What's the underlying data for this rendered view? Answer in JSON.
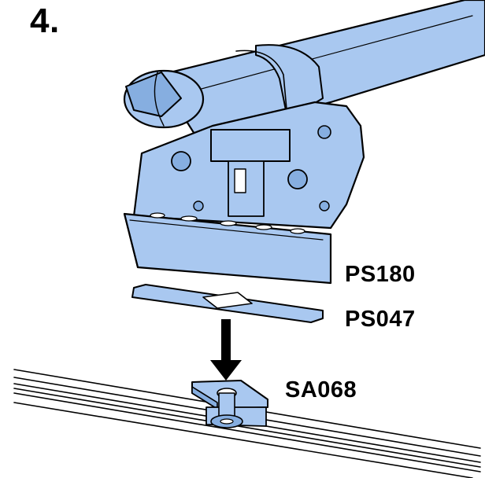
{
  "step_number": "4.",
  "parts": [
    {
      "code": "PS180"
    },
    {
      "code": "PS047"
    },
    {
      "code": "SA068"
    }
  ],
  "colors": {
    "part_fill": "#a9c8f0",
    "part_fill_dark": "#86aee0",
    "outline": "#000000",
    "background": "#ffffff"
  },
  "icons": {
    "arrow": "down-arrow-icon"
  }
}
